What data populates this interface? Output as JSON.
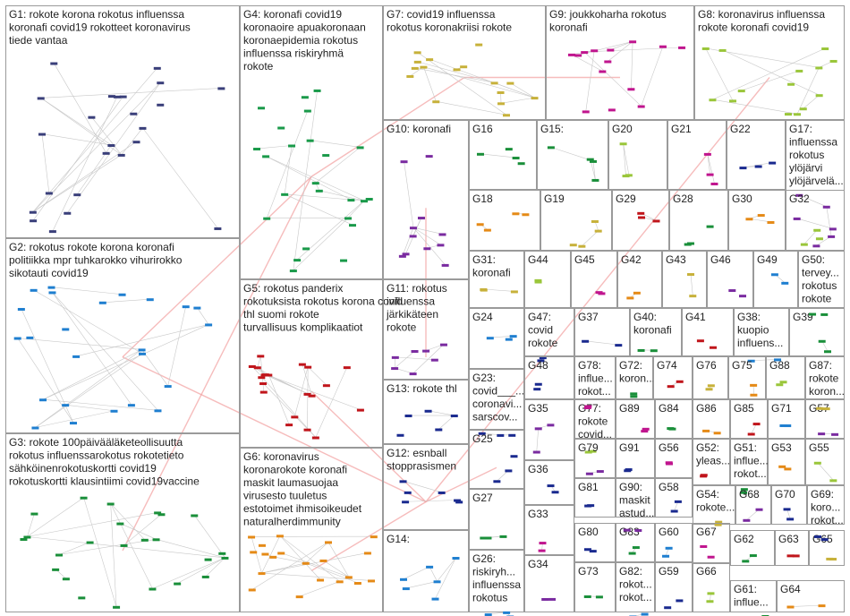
{
  "groups": [
    {
      "id": "G1",
      "label": [
        "G1: rokote korona rokotus influenssa",
        "koronafi covid19 rokotteet koronavirus",
        "tiede vantaa"
      ],
      "color": "#3a3f7a"
    },
    {
      "id": "G2",
      "label": [
        "G2: rokotus rokote korona koronafi",
        "politiikka mpr tuhkarokko vihurirokko",
        "sikotauti covid19"
      ],
      "color": "#1f7fd0"
    },
    {
      "id": "G3",
      "label": [
        "G3: rokote 100päivääläketeollisuutta",
        "rokotus influenssarokotus rokotetieto",
        "sähköinenrokotuskortti covid19",
        "rokotuskortti klausintiimi covid19vaccine"
      ],
      "color": "#1a8f3a"
    },
    {
      "id": "G4",
      "label": [
        "G4: koronafi covid19",
        "koronaoire apuakoronaan",
        "koronaepidemia rokotus",
        "influenssa riskiryhmä",
        "rokote"
      ],
      "color": "#1a9a4a"
    },
    {
      "id": "G5",
      "label": [
        "G5: rokotus panderix",
        "rokotuksista rokotus korona covid",
        "thl suomi rokote",
        "turvallisuus komplikaatiot"
      ],
      "color": "#c0151b"
    },
    {
      "id": "G6",
      "label": [
        "G6: koronavirus",
        "koronarokote koronafi",
        "maskit laumasuojaa",
        "virusesto tuuletus",
        "estotoimet ihmisoikeudet",
        "naturalherdimmunity"
      ],
      "color": "#e58a17"
    },
    {
      "id": "G7",
      "label": [
        "G7: covid19 influenssa",
        "rokotus koronakriisi rokote"
      ],
      "color": "#c7b13a"
    },
    {
      "id": "G8",
      "label": [
        "G8: koronavirus influenssa",
        "rokote koronafi covid19"
      ],
      "color": "#9ac63a"
    },
    {
      "id": "G9",
      "label": [
        "G9: joukkoharha rokotus",
        "koronafi"
      ],
      "color": "#c0158e"
    },
    {
      "id": "G10",
      "label": [
        "G10: koronafi"
      ],
      "color": "#7a2ba0"
    },
    {
      "id": "G11",
      "label": [
        "G11: rokotus",
        "influenssa",
        "järkikäteen",
        "rokote"
      ],
      "color": "#7a2ba0"
    },
    {
      "id": "G12",
      "label": [
        "G12: esnball",
        "stopprasismen"
      ],
      "color": "#1a2a8f"
    },
    {
      "id": "G13",
      "label": [
        "G13: rokote thl"
      ],
      "color": "#1a2a8f"
    },
    {
      "id": "G14",
      "label": [
        "G14:"
      ],
      "color": "#1f7fd0"
    },
    {
      "id": "G15",
      "label": [
        "G15:"
      ],
      "color": "#1a8f3a"
    },
    {
      "id": "G16",
      "label": [
        "G16"
      ],
      "color": "#1a8f3a"
    },
    {
      "id": "G17",
      "label": [
        "G17:",
        "influenssa",
        "rokotus",
        "ylöjärvi",
        "ylöjärvelä..."
      ],
      "color": "#7a2ba0"
    },
    {
      "id": "G18",
      "label": [
        "G18"
      ],
      "color": "#e58a17"
    },
    {
      "id": "G19",
      "label": [
        "G19"
      ],
      "color": "#c7b13a"
    },
    {
      "id": "G20",
      "label": [
        "G20"
      ],
      "color": "#9ac63a"
    },
    {
      "id": "G21",
      "label": [
        "G21"
      ],
      "color": "#c0158e"
    },
    {
      "id": "G22",
      "label": [
        "G22"
      ],
      "color": "#1a2a8f"
    },
    {
      "id": "G23",
      "label": [
        "G23:",
        "covid___...",
        "coronavi...",
        "sarscov..."
      ],
      "color": "#1a2a8f"
    },
    {
      "id": "G24",
      "label": [
        "G24"
      ],
      "color": "#1f7fd0"
    },
    {
      "id": "G25",
      "label": [
        "G25"
      ],
      "color": "#1a2a8f"
    },
    {
      "id": "G26",
      "label": [
        "G26:",
        "riskiryh...",
        "influenssa",
        "rokotus"
      ],
      "color": "#1f7fd0"
    },
    {
      "id": "G27",
      "label": [
        "G27"
      ],
      "color": "#1a8f3a"
    },
    {
      "id": "G28",
      "label": [
        "G28"
      ],
      "color": "#1a8f3a"
    },
    {
      "id": "G29",
      "label": [
        "G29"
      ],
      "color": "#c0151b"
    },
    {
      "id": "G30",
      "label": [
        "G30"
      ],
      "color": "#e58a17"
    },
    {
      "id": "G31",
      "label": [
        "G31:",
        "koronafi"
      ],
      "color": "#c7b13a"
    },
    {
      "id": "G32",
      "label": [
        "G32"
      ],
      "color": "#9ac63a"
    },
    {
      "id": "G33",
      "label": [
        "G33"
      ],
      "color": "#c0158e"
    },
    {
      "id": "G34",
      "label": [
        "G34"
      ],
      "color": "#7a2ba0"
    },
    {
      "id": "G35",
      "label": [
        "G35"
      ],
      "color": "#7a2ba0"
    },
    {
      "id": "G36",
      "label": [
        "G36"
      ],
      "color": "#1a2a8f"
    },
    {
      "id": "G37",
      "label": [
        "G37"
      ],
      "color": "#1a2a8f"
    },
    {
      "id": "G38",
      "label": [
        "G38:",
        "kuopio",
        "influens..."
      ],
      "color": "#1f7fd0"
    },
    {
      "id": "G39",
      "label": [
        "G39"
      ],
      "color": "#1a8f3a"
    },
    {
      "id": "G40",
      "label": [
        "G40:",
        "koronafi"
      ],
      "color": "#1a8f3a"
    },
    {
      "id": "G41",
      "label": [
        "G41"
      ],
      "color": "#c0151b"
    },
    {
      "id": "G42",
      "label": [
        "G42"
      ],
      "color": "#e58a17"
    },
    {
      "id": "G43",
      "label": [
        "G43"
      ],
      "color": "#c7b13a"
    },
    {
      "id": "G44",
      "label": [
        "G44"
      ],
      "color": "#9ac63a"
    },
    {
      "id": "G45",
      "label": [
        "G45"
      ],
      "color": "#c0158e"
    },
    {
      "id": "G46",
      "label": [
        "G46"
      ],
      "color": "#7a2ba0"
    },
    {
      "id": "G47",
      "label": [
        "G47:",
        "covid",
        "rokote"
      ],
      "color": "#1a2a8f"
    },
    {
      "id": "G48",
      "label": [
        "G48"
      ],
      "color": "#1a2a8f"
    },
    {
      "id": "G49",
      "label": [
        "G49"
      ],
      "color": "#1f7fd0"
    },
    {
      "id": "G50",
      "label": [
        "G50:",
        "tervey...",
        "rokotus",
        "rokote"
      ],
      "color": "#1a8f3a"
    },
    {
      "id": "G51",
      "label": [
        "G51:",
        "influe...",
        "rokot..."
      ],
      "color": "#1a8f3a"
    },
    {
      "id": "G52",
      "label": [
        "G52:",
        "yleas..."
      ],
      "color": "#c0151b"
    },
    {
      "id": "G53",
      "label": [
        "G53"
      ],
      "color": "#e58a17"
    },
    {
      "id": "G54",
      "label": [
        "G54:",
        "rokote..."
      ],
      "color": "#c7b13a"
    },
    {
      "id": "G55",
      "label": [
        "G55"
      ],
      "color": "#9ac63a"
    },
    {
      "id": "G56",
      "label": [
        "G56"
      ],
      "color": "#c0158e"
    },
    {
      "id": "G57",
      "label": [
        "G57"
      ],
      "color": "#7a2ba0"
    },
    {
      "id": "G58",
      "label": [
        "G58"
      ],
      "color": "#1a2a8f"
    },
    {
      "id": "G59",
      "label": [
        "G59"
      ],
      "color": "#1a2a8f"
    },
    {
      "id": "G60",
      "label": [
        "G60"
      ],
      "color": "#1f7fd0"
    },
    {
      "id": "G61",
      "label": [
        "G61:",
        "influe..."
      ],
      "color": "#1a8f3a"
    },
    {
      "id": "G62",
      "label": [
        "G62"
      ],
      "color": "#1a8f3a"
    },
    {
      "id": "G63",
      "label": [
        "G63"
      ],
      "color": "#c0151b"
    },
    {
      "id": "G64",
      "label": [
        "G64"
      ],
      "color": "#e58a17"
    },
    {
      "id": "G65",
      "label": [
        "G65"
      ],
      "color": "#c7b13a"
    },
    {
      "id": "G66",
      "label": [
        "G66"
      ],
      "color": "#9ac63a"
    },
    {
      "id": "G67",
      "label": [
        "G67"
      ],
      "color": "#c0158e"
    },
    {
      "id": "G68",
      "label": [
        "G68"
      ],
      "color": "#7a2ba0"
    },
    {
      "id": "G69",
      "label": [
        "G69:",
        "koro...",
        "rokot..."
      ],
      "color": "#1a2a8f"
    },
    {
      "id": "G70",
      "label": [
        "G70"
      ],
      "color": "#1a2a8f"
    },
    {
      "id": "G71",
      "label": [
        "G71"
      ],
      "color": "#1f7fd0"
    },
    {
      "id": "G72",
      "label": [
        "G72:",
        "koron..."
      ],
      "color": "#1a8f3a"
    },
    {
      "id": "G73",
      "label": [
        "G73"
      ],
      "color": "#1a8f3a"
    },
    {
      "id": "G74",
      "label": [
        "G74"
      ],
      "color": "#c0151b"
    },
    {
      "id": "G75",
      "label": [
        "G75"
      ],
      "color": "#e58a17"
    },
    {
      "id": "G76",
      "label": [
        "G76"
      ],
      "color": "#c7b13a"
    },
    {
      "id": "G77",
      "label": [
        "G77:",
        "rokote",
        "covid..."
      ],
      "color": "#9ac63a"
    },
    {
      "id": "G78",
      "label": [
        "G78:",
        "influe...",
        "rokot..."
      ],
      "color": "#c0158e"
    },
    {
      "id": "G79",
      "label": [
        "G79"
      ],
      "color": "#7a2ba0"
    },
    {
      "id": "G80",
      "label": [
        "G80"
      ],
      "color": "#1a2a8f"
    },
    {
      "id": "G81",
      "label": [
        "G81"
      ],
      "color": "#1a2a8f"
    },
    {
      "id": "G82",
      "label": [
        "G82:",
        "rokot...",
        "rokot..."
      ],
      "color": "#1f7fd0"
    },
    {
      "id": "G83",
      "label": [
        "G83"
      ],
      "color": "#1a8f3a"
    },
    {
      "id": "G84",
      "label": [
        "G84"
      ],
      "color": "#1a8f3a"
    },
    {
      "id": "G85",
      "label": [
        "G85"
      ],
      "color": "#c0151b"
    },
    {
      "id": "G86",
      "label": [
        "G86"
      ],
      "color": "#e58a17"
    },
    {
      "id": "G87",
      "label": [
        "G87:",
        "rokote",
        "koron..."
      ],
      "color": "#c7b13a"
    },
    {
      "id": "G88",
      "label": [
        "G88"
      ],
      "color": "#9ac63a"
    },
    {
      "id": "G89",
      "label": [
        "G89"
      ],
      "color": "#c0158e"
    },
    {
      "id": "G90",
      "label": [
        "G90:",
        "maskit",
        "astud..."
      ],
      "color": "#7a2ba0"
    },
    {
      "id": "G91",
      "label": [
        "G91"
      ],
      "color": "#1a2a8f"
    }
  ],
  "edge_colors": {
    "intra": "#b8b8b8",
    "inter": "#f2a0a0"
  }
}
